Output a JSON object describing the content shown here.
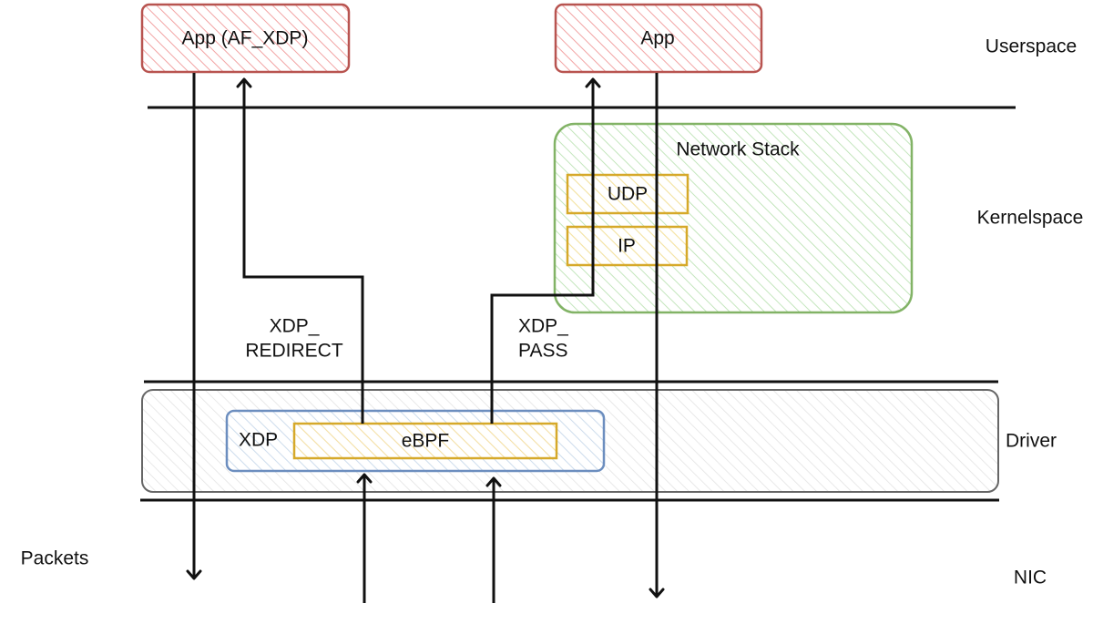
{
  "layers": {
    "userspace": "Userspace",
    "kernelspace": "Kernelspace",
    "driver": "Driver",
    "nic": "NIC"
  },
  "boxes": {
    "app_af_xdp": "App (AF_XDP)",
    "app": "App",
    "network_stack": "Network Stack",
    "udp": "UDP",
    "ip": "IP",
    "xdp": "XDP",
    "ebpf": "eBPF"
  },
  "actions": {
    "redirect_line1": "XDP_",
    "redirect_line2": "REDIRECT",
    "pass_line1": "XDP_",
    "pass_line2": "PASS"
  },
  "packets_label": "Packets",
  "colors": {
    "app_fill": "#f5a9a9",
    "app_stroke": "#b85450",
    "stack_fill": "#a9dca0",
    "stack_stroke": "#82b366",
    "proto_fill": "#ffe9a8",
    "proto_stroke": "#d6a92a",
    "xdp_fill": "#c9dcf0",
    "xdp_stroke": "#6c8ebf",
    "driver_fill": "#e0e0e0",
    "driver_stroke": "#666666"
  }
}
